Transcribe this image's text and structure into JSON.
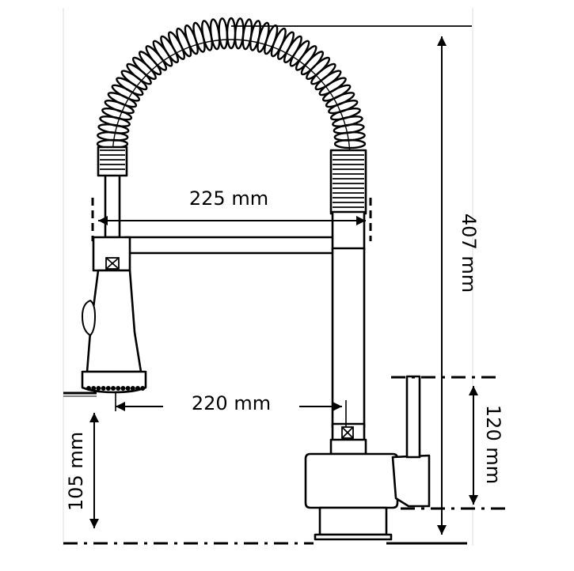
{
  "dimensions": {
    "spout_reach_top": "225 mm",
    "spout_reach_bottom": "220 mm",
    "total_height": "407 mm",
    "lever_height": "120 mm",
    "spray_head_clearance": "105 mm"
  },
  "colors": {
    "line": "#000000",
    "background": "#ffffff",
    "border": "#dcdcdc"
  }
}
